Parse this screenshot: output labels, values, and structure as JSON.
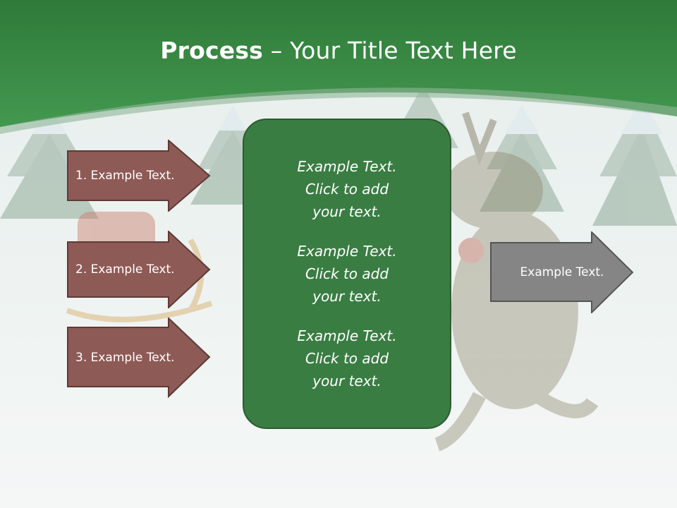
{
  "title": {
    "bold": "Process",
    "rest": " – Your Title Text Here"
  },
  "left_steps": [
    {
      "label": "1. Example Text."
    },
    {
      "label": "2. Example Text."
    },
    {
      "label": "3. Example Text."
    }
  ],
  "center_blocks": [
    {
      "line1": "Example Text.",
      "line2": "Click  to add",
      "line3": "your text."
    },
    {
      "line1": "Example Text.",
      "line2": "Click  to add",
      "line3": "your text."
    },
    {
      "line1": "Example Text.",
      "line2": "Click  to add",
      "line3": "your text."
    }
  ],
  "right_step": {
    "label": "Example Text."
  },
  "colors": {
    "header_green": "#3a8a45",
    "center_green": "#3a7d43",
    "left_arrow": "#8e5a56",
    "right_arrow": "#858585"
  }
}
